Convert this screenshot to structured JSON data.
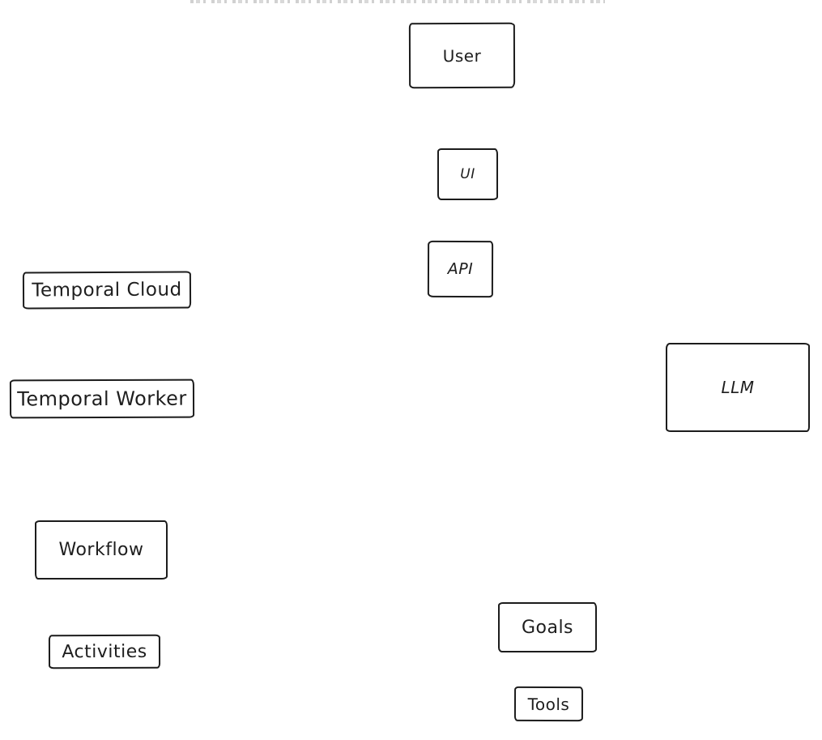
{
  "diagram": {
    "style": "hand-drawn-sketch",
    "colors": {
      "stroke": "#1c1c1c",
      "text": "#1e1e1e",
      "canvas_background": "#ffffff",
      "clipped_top_text_gray": "#c2c2c2"
    },
    "boxes": [
      {
        "id": "user",
        "label": "User"
      },
      {
        "id": "ui",
        "label": "UI"
      },
      {
        "id": "api",
        "label": "API"
      },
      {
        "id": "temporal-cloud",
        "label": "Temporal Cloud"
      },
      {
        "id": "temporal-worker",
        "label": "Temporal Worker"
      },
      {
        "id": "llm",
        "label": "LLM"
      },
      {
        "id": "workflow",
        "label": "Workflow"
      },
      {
        "id": "activities",
        "label": "Activities"
      },
      {
        "id": "goals",
        "label": "Goals"
      },
      {
        "id": "tools",
        "label": "Tools"
      }
    ]
  }
}
